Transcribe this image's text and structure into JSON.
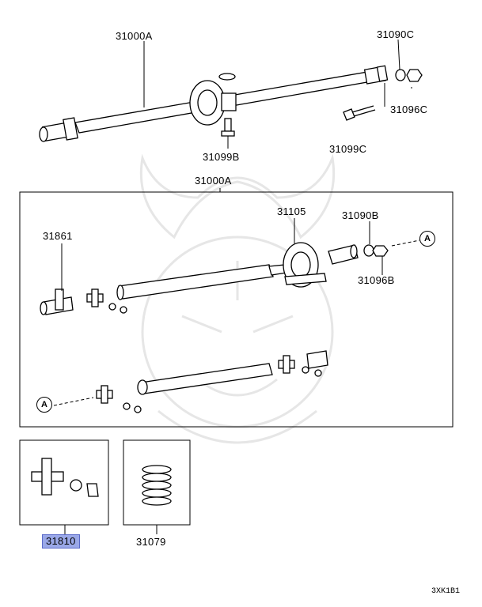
{
  "labels": {
    "top_shaft": "31000A",
    "top_nut": "31090C",
    "top_washer": "31096C",
    "top_bolt_left": "31099B",
    "top_bolt_right": "31099C",
    "box_title": "31000A",
    "center_bearing": "31105",
    "yoke_nut": "31090B",
    "yoke_washer": "31096B",
    "sleeve_yoke": "31861",
    "joint_kit": "31810",
    "spring_pack": "31079"
  },
  "callouts": {
    "a_top": "A",
    "a_bottom": "A"
  },
  "footer_code": "3XK1B1",
  "colors": {
    "highlight": "#9aa8e8",
    "line": "#000000",
    "watermark": "#e8e8e8"
  }
}
